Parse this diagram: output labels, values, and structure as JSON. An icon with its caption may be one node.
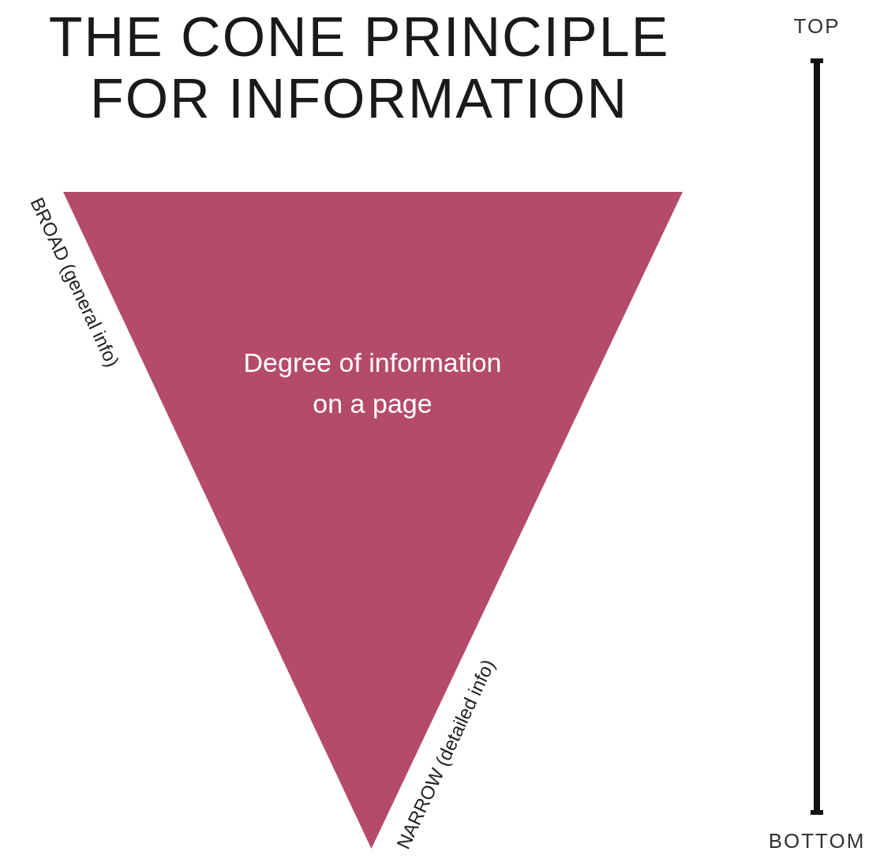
{
  "diagram": {
    "title": "THE CONE PRINCIPLE FOR INFORMATION",
    "nodes": [
      {
        "text": [
          "Degree of information on a page"
        ]
      }
    ],
    "labels": [
      "TOP",
      "BROAD (general info)",
      "NARROW (detailed info)",
      "BOTTOM"
    ]
  }
}
